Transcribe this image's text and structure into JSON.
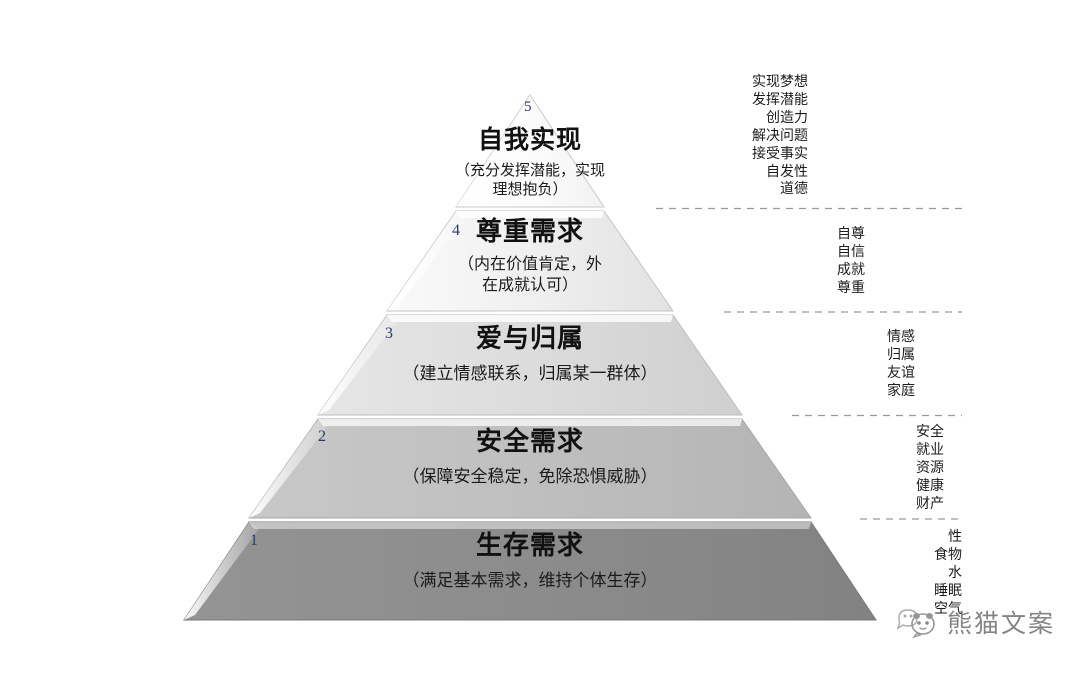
{
  "diagram": {
    "type": "maslow-hierarchy-of-needs-pyramid",
    "levels": [
      {
        "number": "5",
        "title": "自我实现",
        "subtitle_line1": "（充分发挥潜能，实现",
        "subtitle_line2": "理想抱负）",
        "fill": "#fdfdfd",
        "annotations": [
          "实现梦想",
          "发挥潜能",
          "创造力",
          "解决问题",
          "接受事实",
          "自发性",
          "道德"
        ]
      },
      {
        "number": "4",
        "title": "尊重需求",
        "subtitle_line1": "（内在价值肯定，外",
        "subtitle_line2": "在成就认可）",
        "fill": "#efefef",
        "annotations": [
          "自尊",
          "自信",
          "成就",
          "尊重"
        ]
      },
      {
        "number": "3",
        "title": "爱与归属",
        "subtitle_line1": "（建立情感联系，归属某一群体）",
        "subtitle_line2": "",
        "fill": "#dcdcdc",
        "annotations": [
          "情感",
          "归属",
          "友谊",
          "家庭"
        ]
      },
      {
        "number": "2",
        "title": "安全需求",
        "subtitle_line1": "（保障安全稳定，免除恐惧威胁）",
        "subtitle_line2": "",
        "fill": "#bfbfbf",
        "annotations": [
          "安全",
          "就业",
          "资源",
          "健康",
          "财产"
        ]
      },
      {
        "number": "1",
        "title": "生存需求",
        "subtitle_line1": "（满足基本需求，维持个体生存）",
        "subtitle_line2": "",
        "fill": "#8c8c8c",
        "annotations": [
          "性",
          "食物",
          "水",
          "睡眠",
          "空气"
        ]
      }
    ],
    "colors": {
      "number_color": "#2a3a6b",
      "text_color": "#111111",
      "dash_line": "#9a9a9a",
      "background": "#ffffff"
    }
  },
  "watermark": {
    "label": "熊猫文案",
    "icon": "panda-speech-bubble-icon"
  }
}
